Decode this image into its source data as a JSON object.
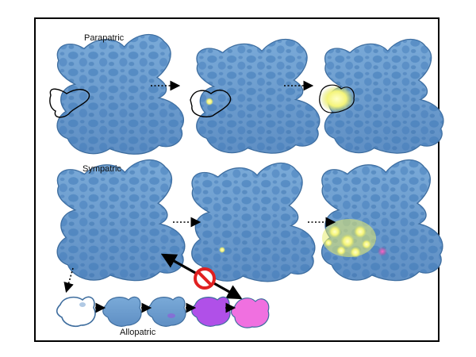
{
  "labels": {
    "parapatric": "Parapatric",
    "sympatric": "Sympatric",
    "allopatric": "Allopatric"
  },
  "colors": {
    "frame": "#000000",
    "region_fill": "#6a9bcf",
    "region_stroke": "#3e6d9e",
    "cell_spot": "#3f79b8",
    "arrow": "#000000",
    "new_population_yellow": "#f0f070",
    "new_population_purple": "#b050e8",
    "new_population_pink": "#f070e0",
    "no_symbol": "#e02020"
  },
  "icons": {
    "prohibition": "no-symbol-icon",
    "dotted_arrow": "dotted-arrow-icon",
    "double_arrow": "double-headed-arrow-icon"
  }
}
